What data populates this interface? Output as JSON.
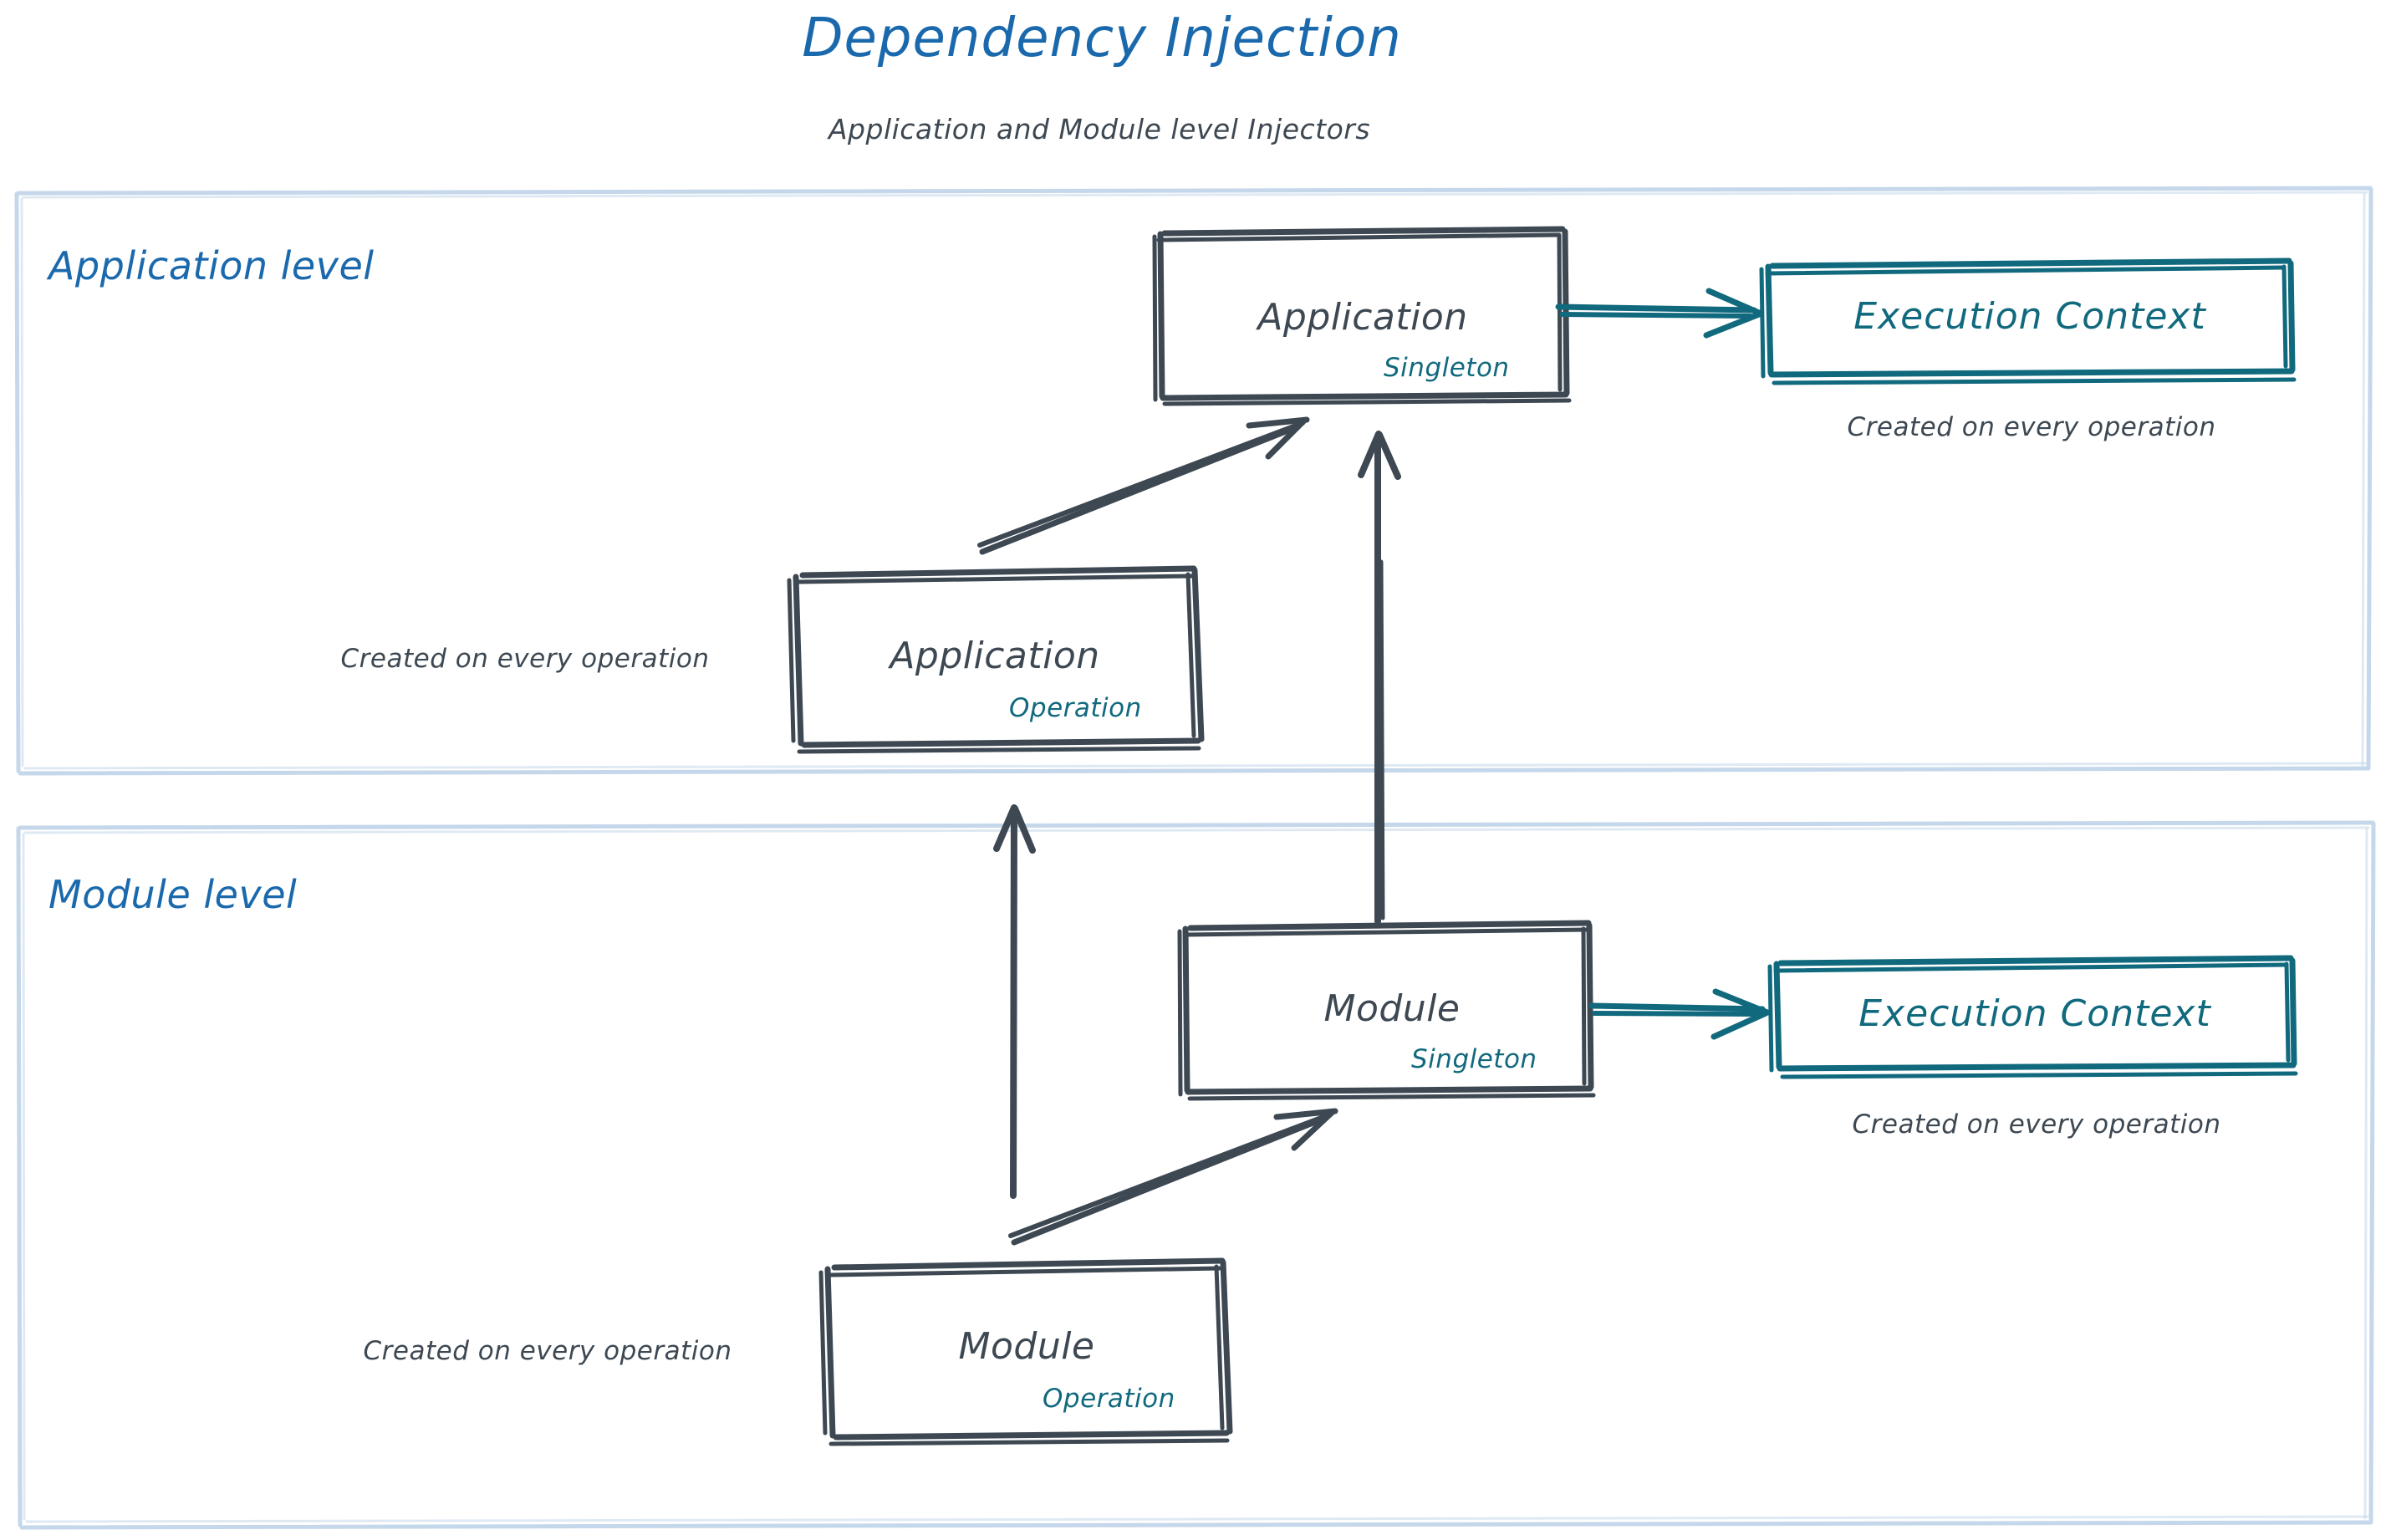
{
  "header": {
    "title": "Dependency Injection",
    "subtitle": "Application and Module level Injectors"
  },
  "colors": {
    "title_blue": "#1b69ad",
    "zone_blue": "#1b69ad",
    "zone_border": "#c5d7ea",
    "sketch_gray": "#3d4852",
    "teal": "#11697e",
    "background": "#ffffff"
  },
  "zones": [
    {
      "id": "application-level",
      "label": "Application level",
      "boxes": [
        {
          "id": "application-singleton",
          "title": "Application",
          "scope": "Singleton"
        },
        {
          "id": "application-operation",
          "title": "Application",
          "scope": "Operation"
        },
        {
          "id": "execution-context-application",
          "title": "Execution Context"
        }
      ],
      "notes": [
        {
          "id": "note-exec-context-app",
          "text": "Created on every operation"
        },
        {
          "id": "note-application-operation",
          "text": "Created on every operation"
        }
      ]
    },
    {
      "id": "module-level",
      "label": "Module level",
      "boxes": [
        {
          "id": "module-singleton",
          "title": "Module",
          "scope": "Singleton"
        },
        {
          "id": "module-operation",
          "title": "Module",
          "scope": "Operation"
        },
        {
          "id": "execution-context-module",
          "title": "Execution Context"
        }
      ],
      "notes": [
        {
          "id": "note-exec-context-module",
          "text": "Created on every operation"
        },
        {
          "id": "note-module-operation",
          "text": "Created on every operation"
        }
      ]
    }
  ],
  "connections": [
    {
      "id": "app-singleton-to-exec-context",
      "from": "application-singleton",
      "to": "execution-context-application",
      "style": "teal-arrow"
    },
    {
      "id": "app-operation-to-app-singleton",
      "from": "application-operation",
      "to": "application-singleton",
      "style": "gray-arrow"
    },
    {
      "id": "module-singleton-to-app-singleton",
      "from": "module-singleton",
      "to": "application-singleton",
      "style": "gray-arrow"
    },
    {
      "id": "module-singleton-to-exec-context",
      "from": "module-singleton",
      "to": "execution-context-module",
      "style": "teal-arrow"
    },
    {
      "id": "module-operation-to-module-singleton",
      "from": "module-operation",
      "to": "module-singleton",
      "style": "gray-arrow"
    },
    {
      "id": "module-operation-to-app-operation",
      "from": "module-operation",
      "to": "application-operation",
      "style": "gray-arrow"
    }
  ]
}
